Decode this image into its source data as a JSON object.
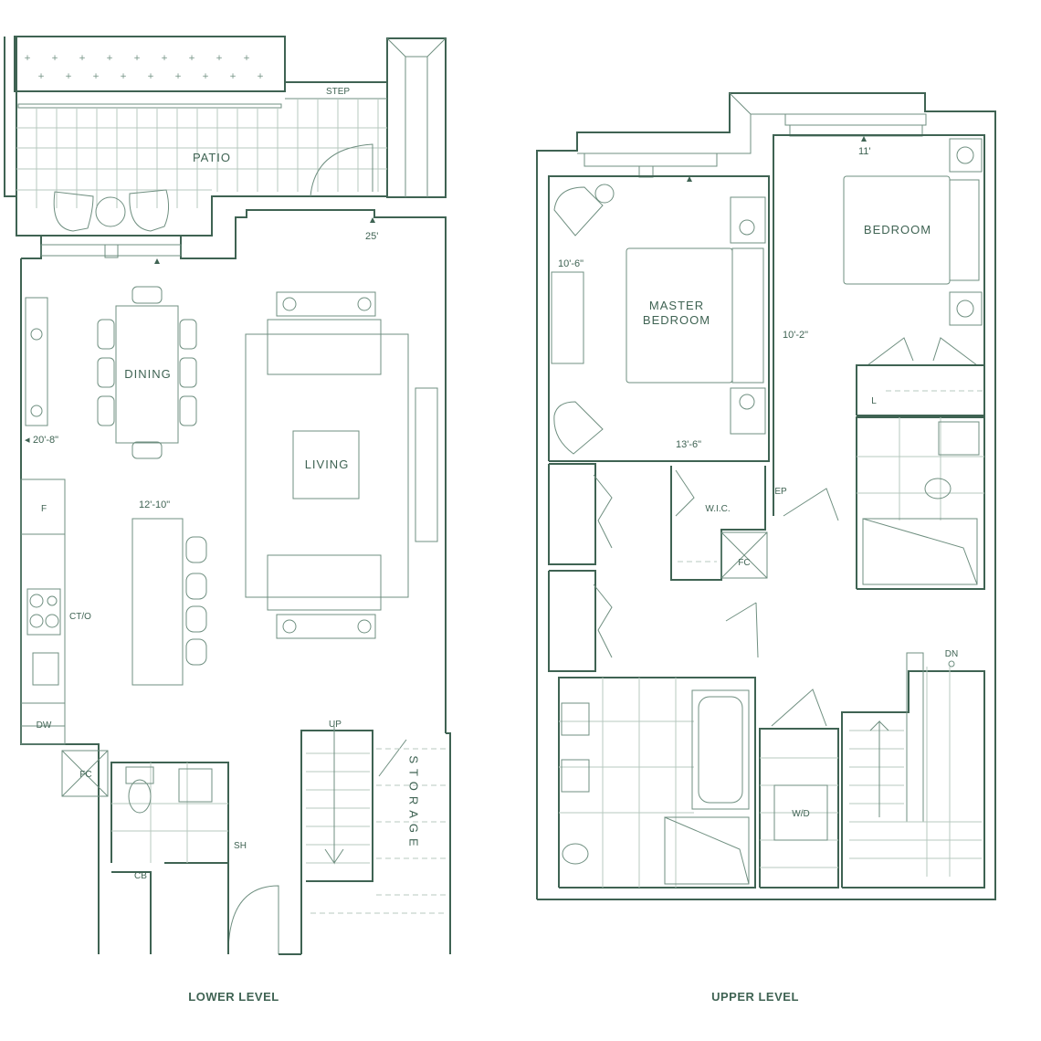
{
  "colors": {
    "line": "#3f6353",
    "background": "#ffffff"
  },
  "lower_level": {
    "caption": "LOWER LEVEL",
    "rooms": {
      "patio": "PATIO",
      "step": "STEP",
      "dining": "DINING",
      "living": "LIVING",
      "storage": "STORAGE"
    },
    "dimensions": {
      "patio_width": "25'",
      "dining_length": "20'-8\"",
      "kitchen_width": "12'-10\""
    },
    "fixtures": {
      "fridge": "F",
      "cooktop_oven": "CT/O",
      "dishwasher": "DW",
      "fan_coil": "FC",
      "shower": "SH",
      "closet": "CB",
      "stairs_up": "UP"
    }
  },
  "upper_level": {
    "caption": "UPPER LEVEL",
    "rooms": {
      "master_line1": "MASTER",
      "master_line2": "BEDROOM",
      "bedroom": "BEDROOM",
      "wic": "W.I.C."
    },
    "dimensions": {
      "bedroom_width": "11'",
      "master_width": "10'-6\"",
      "bedroom_length": "10'-2\"",
      "master_length": "13'-6\""
    },
    "fixtures": {
      "linen": "L",
      "fan_coil": "FC",
      "electrical_panel": "EP",
      "stairs_down": "DN",
      "washer_dryer": "W/D"
    }
  }
}
